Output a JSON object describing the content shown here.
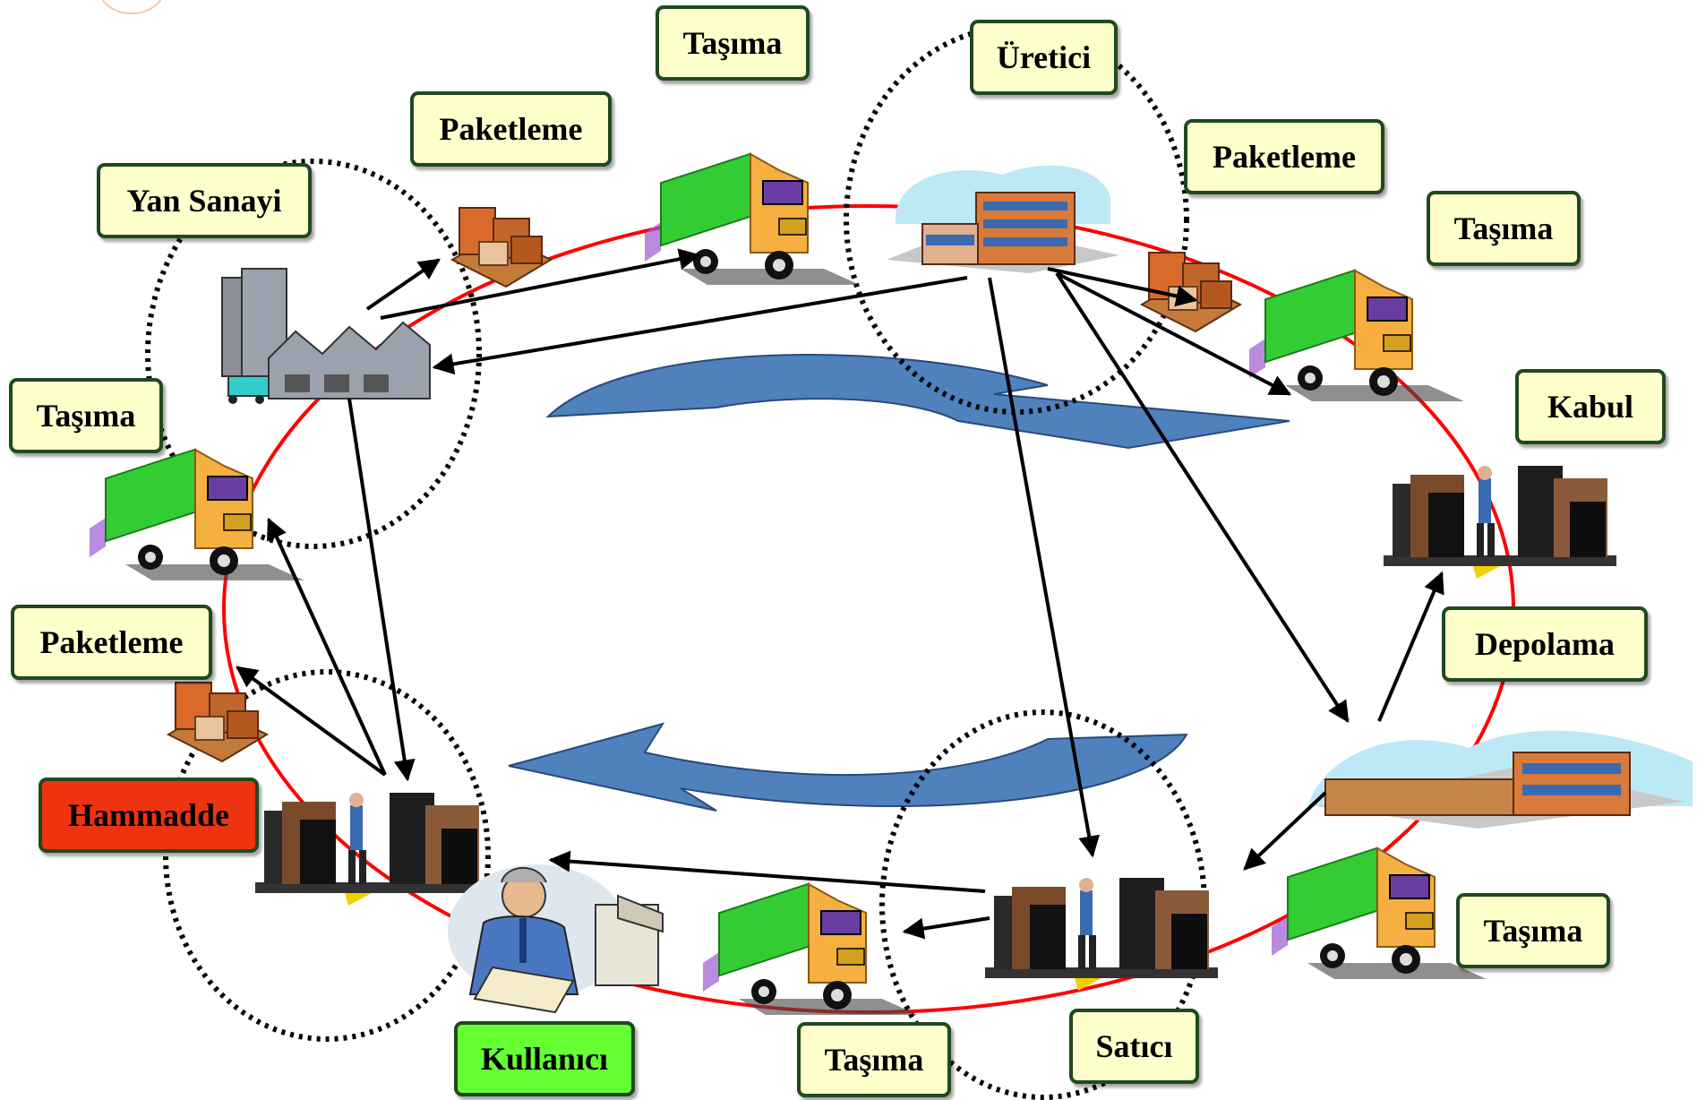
{
  "nodes": {
    "tasima_top": "Taşıma",
    "uretici": "Üretici",
    "paketleme_top": "Paketleme",
    "yan_sanayi": "Yan Sanayi",
    "paketleme_right": "Paketleme",
    "tasima_right": "Taşıma",
    "kabul": "Kabul",
    "tasima_left": "Taşıma",
    "depolama": "Depolama",
    "paketleme_left": "Paketleme",
    "hammadde": "Hammadde",
    "tasima_bottom_right": "Taşıma",
    "kullanici": "Kullanıcı",
    "tasima_bottom": "Taşıma",
    "satici": "Satıcı"
  },
  "colors": {
    "label_fill": "#ffffcc",
    "label_border": "#1e4a1e",
    "hammadde_fill": "#ee3311",
    "kullanici_fill": "#66ff33",
    "ring": "#ff0000",
    "flow_arrow": "#4f81bd",
    "truck_cargo": "#33cc33",
    "truck_cab": "#f5b041"
  },
  "icons": [
    "truck-icon",
    "factory-icon",
    "warehouse-icon",
    "package-icon",
    "office-worker-icon",
    "building-icon"
  ]
}
